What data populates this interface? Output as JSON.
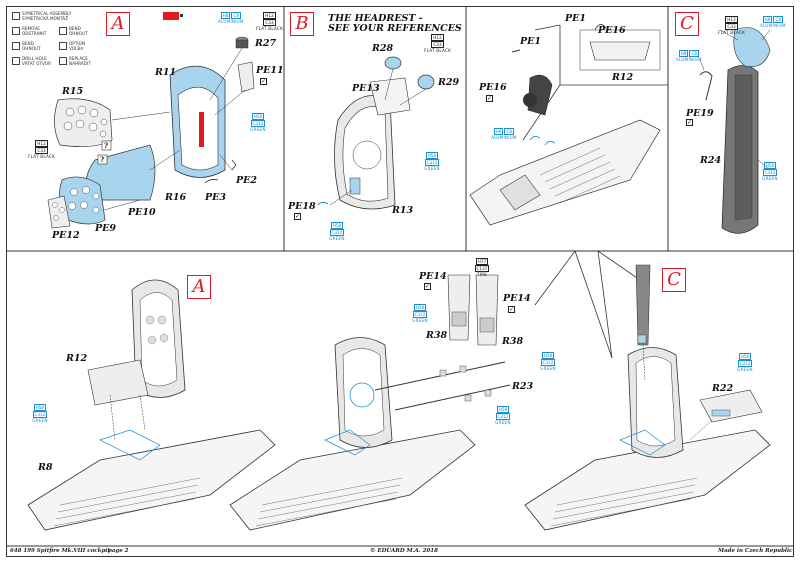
{
  "legend": {
    "items": [
      {
        "label_line1": "SYMETRICAL ASSEMBLY",
        "label_line2": "SYMETRICKÁ MONTÁŽ"
      },
      {
        "label_line1": "REMOVE",
        "label_line2": "ODSTRANIT"
      },
      {
        "label_line1": "BEND",
        "label_line2": "OHNOUT"
      },
      {
        "label_line1": "BEND",
        "label_line2": "OHNOUT"
      },
      {
        "label_line1": "OPTION",
        "label_line2": "VOLBA"
      },
      {
        "label_line1": "DRILL HOLE",
        "label_line2": "VRTAT OTVOR"
      },
      {
        "label_line1": "REPLACE",
        "label_line2": "NAHRADIT"
      }
    ]
  },
  "steps": {
    "a": "A",
    "b": "B",
    "c": "C",
    "a2": "A",
    "c2": "C"
  },
  "headrest_note": {
    "line1": "THE HEADREST -",
    "line2": "SEE YOUR REFERENCES"
  },
  "parts": {
    "r27": "R27",
    "pe11": "PE11",
    "r11": "R11",
    "r15": "R15",
    "r16": "R16",
    "pe10": "PE10",
    "pe12": "PE12",
    "pe9": "PE9",
    "pe3": "PE3",
    "pe2": "PE2",
    "r28": "R28",
    "r29": "R29",
    "pe13": "PE13",
    "pe18": "PE18",
    "r13": "R13",
    "pe1": "PE1",
    "pe16a": "PE16",
    "pe16b": "PE16",
    "r12a": "R12",
    "pe19": "PE19",
    "r24": "R24",
    "r12b": "R12",
    "r8": "R8",
    "pe14a": "PE14",
    "pe14b": "PE14",
    "r38a": "R38",
    "r38b": "R38",
    "r23": "R23",
    "r22": "R22"
  },
  "color_tags": {
    "aluminium": {
      "codes": [
        "H8",
        "C8"
      ],
      "name": "ALUMINIUM"
    },
    "flat_black": {
      "codes": [
        "H12",
        "C33"
      ],
      "name": "FLAT BLACK"
    },
    "green": {
      "codes": [
        "H58",
        "C312"
      ],
      "name": "GREEN"
    },
    "tire": {
      "codes": [
        "H77",
        "C137"
      ],
      "name": "TIRE"
    }
  },
  "question_mark": "?",
  "check_mark": "✓",
  "footer": {
    "left": "648 199 Spitfire Mk.VIII cockpit",
    "page": "page 2",
    "center": "© EDUARD M.A. 2018",
    "right": "Made in Czech Republic"
  },
  "colors": {
    "accent_red": "#e01b24",
    "pe_blue": "#a9d4ee",
    "paint_blue": "#1c8fcf",
    "frame": "#333333"
  }
}
